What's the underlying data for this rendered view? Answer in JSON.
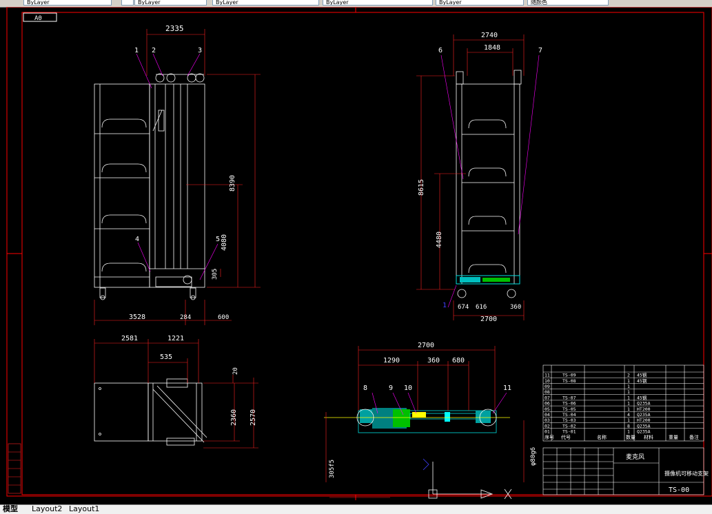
{
  "toolbar": {
    "layer_value": "ByLayer",
    "color_value": "ByLayer",
    "linetype_value": "ByLayer",
    "lineweight_value": "ByLayer",
    "plotstyle_value": "随颜色"
  },
  "sheet": {
    "size_label": "A0",
    "drawing_number": "TS-00",
    "title_cn": "麦克风",
    "subtitle_cn": "摄像机可移动支架"
  },
  "front_view": {
    "dim_top": "2335",
    "dim_total_height": "8390",
    "dim_mid_height": "4080",
    "dim_small": "305",
    "dim_bottom_left": "3528",
    "dim_bottom_mid": "284",
    "dim_bottom_right": "600",
    "balloons": [
      "1",
      "2",
      "3",
      "4",
      "5"
    ]
  },
  "side_view": {
    "dim_top_total": "2740",
    "dim_top_inner": "1848",
    "dim_total_height": "8615",
    "dim_mid_height": "4480",
    "dim_bottom_a": "674",
    "dim_bottom_b": "616",
    "dim_bottom_c": "360",
    "dim_bottom_total": "2700",
    "balloons": [
      "6",
      "7",
      "1"
    ]
  },
  "plan_view": {
    "dim_top_a": "2581",
    "dim_top_b": "1221",
    "dim_top_c": "535",
    "dim_right_a": "20",
    "dim_right_b": "2360",
    "dim_right_c": "2570"
  },
  "section_view": {
    "dim_total": "2700",
    "dim_a": "1290",
    "dim_b": "360",
    "dim_c": "680",
    "dim_left": "305f5",
    "dim_right": "φ80g6",
    "balloons": [
      "8",
      "9",
      "10",
      "11"
    ]
  },
  "parts_list": {
    "rows": [
      {
        "no": "11",
        "code": "TS-09",
        "qty": "2",
        "material": "45钢"
      },
      {
        "no": "10",
        "code": "TS-08",
        "qty": "1",
        "material": "45钢"
      },
      {
        "no": "09",
        "code": "",
        "qty": "1",
        "material": ""
      },
      {
        "no": "08",
        "code": "",
        "qty": "1",
        "material": ""
      },
      {
        "no": "07",
        "code": "TS-07",
        "qty": "1",
        "material": "45钢"
      },
      {
        "no": "06",
        "code": "TS-06",
        "qty": "1",
        "material": "Q235A"
      },
      {
        "no": "05",
        "code": "TS-05",
        "qty": "1",
        "material": "HT200"
      },
      {
        "no": "04",
        "code": "TS-04",
        "qty": "4",
        "material": "Q235A"
      },
      {
        "no": "03",
        "code": "TS-03",
        "qty": "1",
        "material": "HT200"
      },
      {
        "no": "02",
        "code": "TS-02",
        "qty": "8",
        "material": "Q235A"
      },
      {
        "no": "01",
        "code": "TS-01",
        "qty": "1",
        "material": "Q235A"
      }
    ],
    "header": {
      "no": "序号",
      "code": "代号",
      "name": "名称",
      "qty": "数量",
      "material": "材料",
      "weight": "重量",
      "note": "备注"
    }
  },
  "layout_tabs": [
    "模型",
    "Layout2",
    "Layout1"
  ],
  "colors": {
    "frame": "#ff0000",
    "geometry": "#ffffff",
    "dimension": "#ff2020",
    "leader": "#ff00ff",
    "hatch_cyan": "#00e0e0",
    "hatch_green": "#00c000",
    "section_yellow": "#ffff00"
  }
}
